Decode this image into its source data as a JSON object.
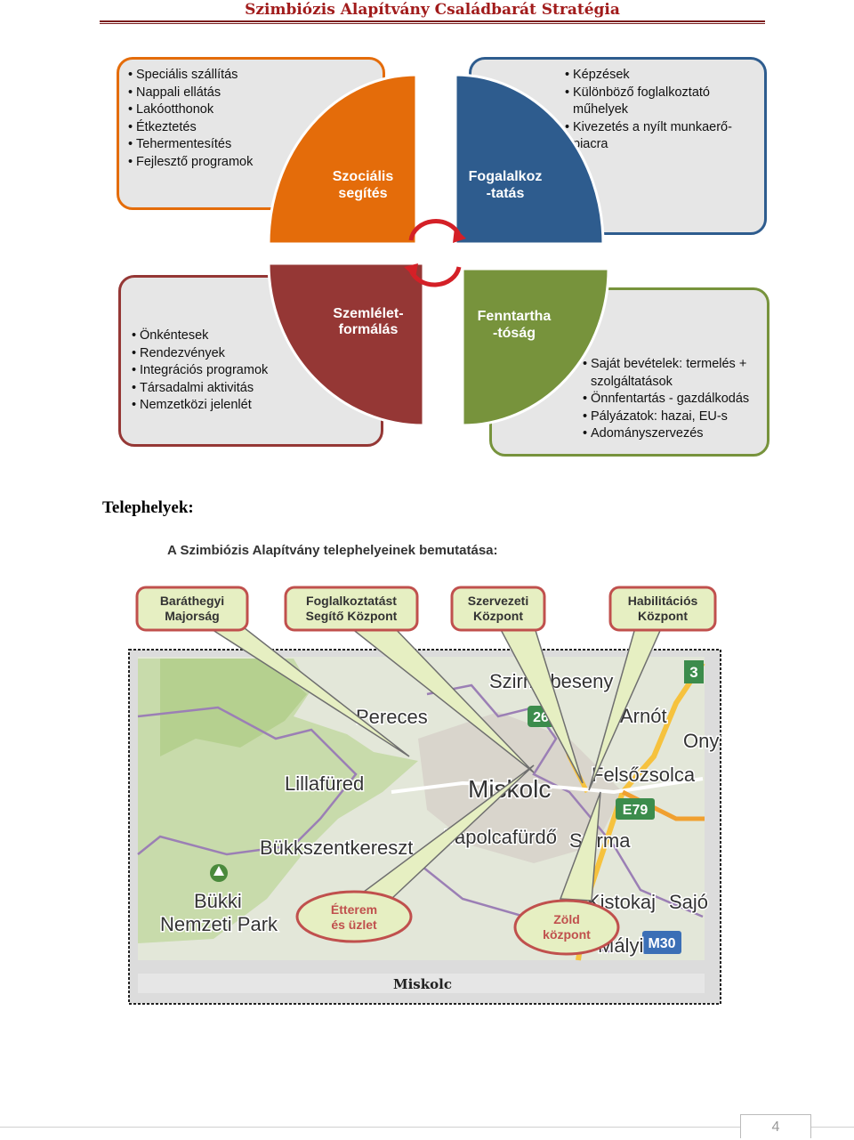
{
  "header": {
    "title": "Szimbiózis Alapítvány Családbarát Stratégia"
  },
  "diagram": {
    "quadrants": [
      {
        "label_lines": [
          "Szociális",
          "segítés"
        ],
        "color": "#e46c0a"
      },
      {
        "label_lines": [
          "Fogalalkoz",
          "-tatás"
        ],
        "color": "#2e5c8e"
      },
      {
        "label_lines": [
          "Szemlélet-",
          "formálás"
        ],
        "color": "#953735"
      },
      {
        "label_lines": [
          "Fenntartha",
          "-tóság"
        ],
        "color": "#77933c"
      }
    ],
    "boxes": {
      "top_left": [
        "Speciális szállítás",
        "Nappali ellátás",
        "Lakóotthonok",
        "Étkeztetés",
        "Tehermentesítés",
        "Fejlesztő programok"
      ],
      "top_right": [
        "Képzések",
        "Különböző foglalkoztató műhelyek",
        "Kivezetés a nyílt munkaerő-piacra"
      ],
      "bottom_left": [
        "Önkéntesek",
        "Rendezvények",
        "Integrációs programok",
        "Társadalmi aktivitás",
        "Nemzetközi jelenlét"
      ],
      "bottom_right": [
        "Saját bevételek: termelés + szolgáltatások",
        "Önnfentartás - gazdálkodás",
        "Pályázatok: hazai, EU-s",
        "Adományszervezés"
      ]
    },
    "arrow_color": "#d42027"
  },
  "section": {
    "title": "Telephelyek:"
  },
  "map": {
    "heading": "A Szimbiózis Alapítvány telephelyeinek bemutatása:",
    "callouts_top": [
      {
        "lines": [
          "Baráthegyi",
          "Majorság"
        ]
      },
      {
        "lines": [
          "Foglalkoztatást",
          "Segítő Központ"
        ]
      },
      {
        "lines": [
          "Szervezeti",
          "Központ"
        ]
      },
      {
        "lines": [
          "Habilitációs",
          "Központ"
        ]
      }
    ],
    "callouts_bottom": [
      {
        "lines": [
          "Étterem",
          "és üzlet"
        ]
      },
      {
        "lines": [
          "Zöld",
          "központ"
        ]
      }
    ],
    "place_labels": [
      "Szirmabeseny",
      "Pereces",
      "Arnót",
      "Lillafüred",
      "Miskolc",
      "Felsőzsolca",
      "Bükkszentkereszt",
      "Tapolcafürdő",
      "Szirma",
      "Bükki",
      "Nemzeti Park",
      "Kistokaj",
      "Sajó",
      "Ony",
      "Mályi"
    ],
    "road_badges": [
      "3",
      "26",
      "E79",
      "M30"
    ],
    "caption": "Miskolc",
    "callout_border": "#c0504d"
  },
  "footer": {
    "page_number": "4"
  }
}
